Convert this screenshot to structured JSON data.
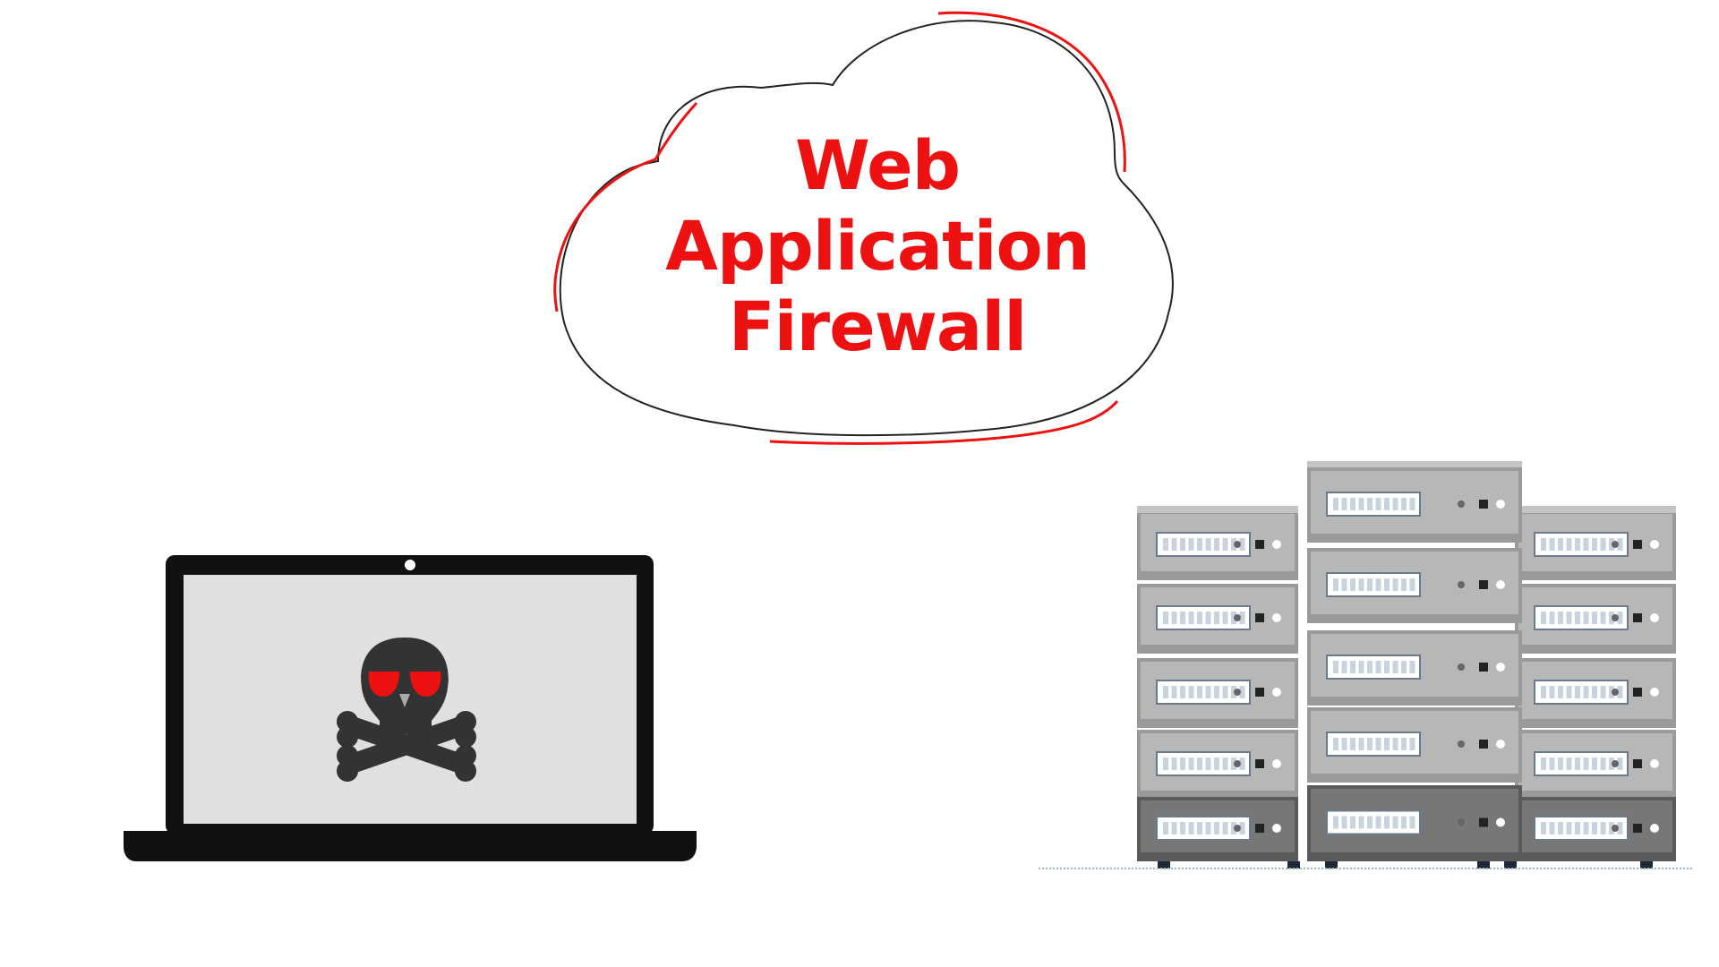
{
  "diagram": {
    "cloud_title_lines": [
      "Web",
      "Application",
      "Firewall"
    ],
    "nodes": [
      {
        "id": "cloud",
        "kind": "web-application-firewall-cloud"
      },
      {
        "id": "laptop",
        "kind": "attacker-laptop",
        "icon": "skull-crossbones-icon"
      },
      {
        "id": "servers",
        "kind": "server-rack-cluster",
        "icon": "server-rack-icon"
      }
    ]
  },
  "colors": {
    "accent_red": "#ee1111",
    "outline": "#222222",
    "laptop_frame": "#111111",
    "laptop_screen": "#e0e0e0",
    "skull": "#333333",
    "server_body": "#9a9a9a",
    "server_face": "#b7b7b7",
    "server_dark": "#5a5a5a",
    "drive_slot": "#c9d3df"
  }
}
